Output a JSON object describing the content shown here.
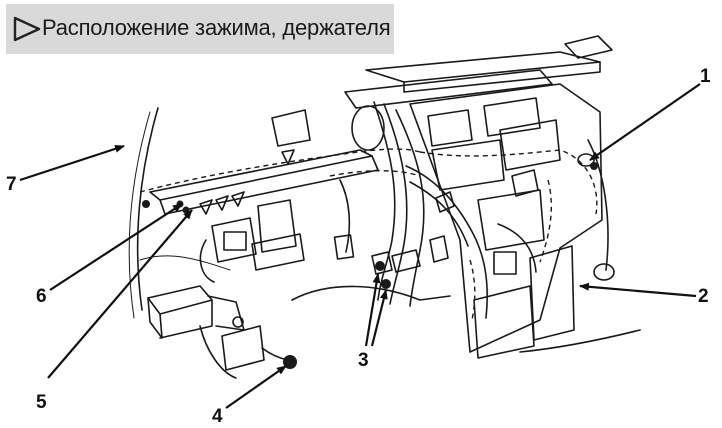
{
  "legend": {
    "icon": "triangle-outline-icon",
    "text": "Расположение зажима, держателя"
  },
  "callouts": [
    {
      "id": "1",
      "label": "1"
    },
    {
      "id": "2",
      "label": "2"
    },
    {
      "id": "3",
      "label": "3"
    },
    {
      "id": "4",
      "label": "4"
    },
    {
      "id": "5",
      "label": "5"
    },
    {
      "id": "6",
      "label": "6"
    },
    {
      "id": "7",
      "label": "7"
    }
  ],
  "colors": {
    "ink": "#111111",
    "legend_bg": "#d9d9d9"
  }
}
